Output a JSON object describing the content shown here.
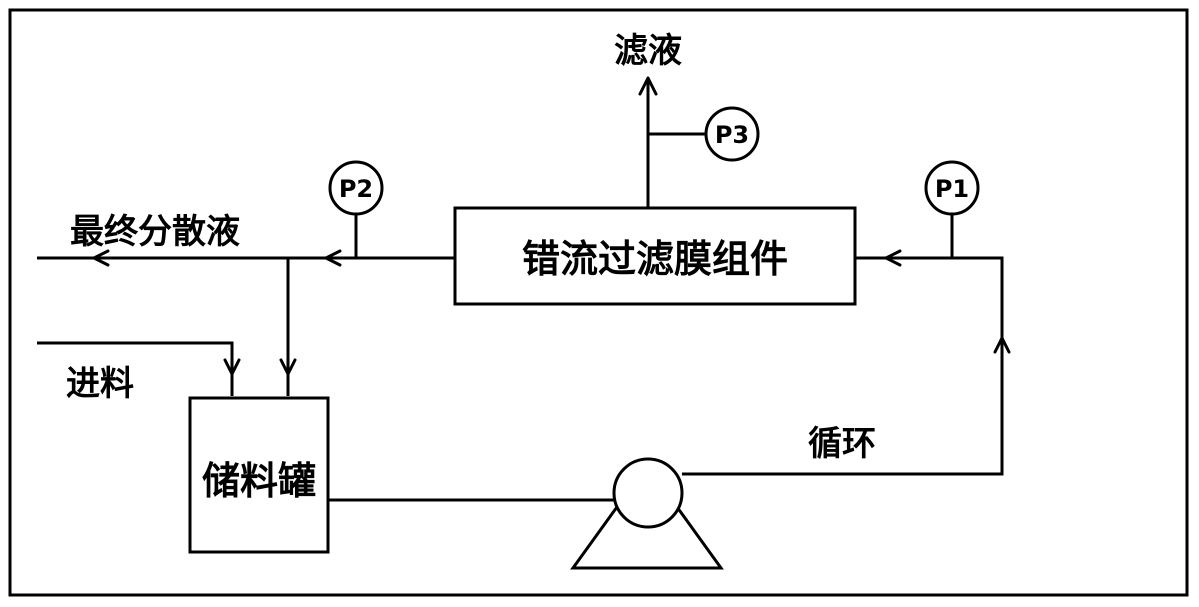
{
  "labels": {
    "filtrate": "滤液",
    "final_dispersion": "最终分散液",
    "feed": "进料",
    "circulation": "循环",
    "membrane_module": "错流过滤膜组件",
    "storage_tank": "储料罐"
  },
  "gauges": {
    "p1": "P1",
    "p2": "P2",
    "p3": "P3"
  }
}
